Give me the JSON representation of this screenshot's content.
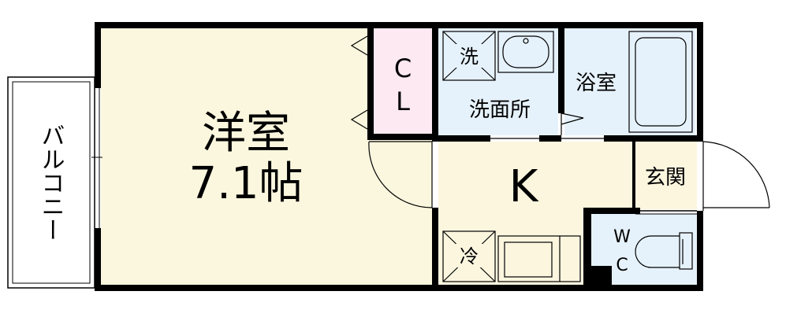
{
  "floorplan": {
    "rooms": {
      "western_name": "洋室",
      "western_size": "7.1帖",
      "closet_c": "C",
      "closet_l": "L",
      "wash_mark": "洗",
      "washroom": "洗面所",
      "bathroom": "浴室",
      "kitchen": "K",
      "entrance": "玄関",
      "fridge_mark": "冷",
      "wc_w": "W",
      "wc_c": "C",
      "balcony": "バルコニー"
    },
    "colors": {
      "western": "#fbf7de",
      "closet": "#fde9f1",
      "wet": "#e6f2fb",
      "kitchen": "#fcf6df",
      "wall": "#000000"
    }
  }
}
